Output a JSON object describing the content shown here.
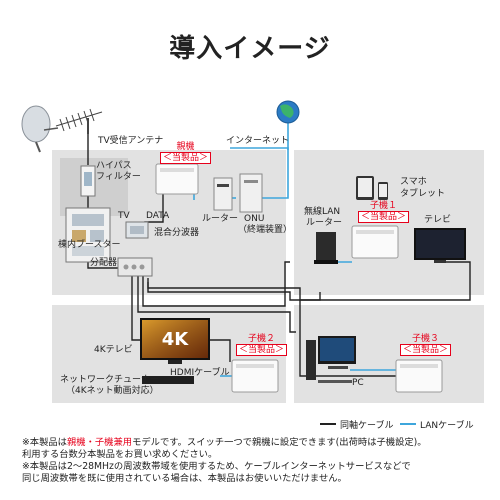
{
  "title": "導入イメージ",
  "labels": {
    "tv_antenna": "TV受信アンテナ",
    "internet": "インターネット",
    "high_pass_1": "ハイパス",
    "high_pass_2": "フィルター",
    "booster": "棟内ブースター",
    "splitter": "分配器",
    "tv": "TV",
    "data": "DATA",
    "mixer": "混合分波器",
    "router": "ルーター",
    "onu_1": "ONU",
    "onu_2": "（終端装置）",
    "wlan_1": "無線LAN",
    "wlan_2": "ルーター",
    "smartphone_1": "スマホ",
    "smartphone_2": "タブレット",
    "tv_set": "テレビ",
    "tv4k": "4Kテレビ",
    "hdmi": "HDMIケーブル",
    "net_tuner_1": "ネットワークチューナー",
    "net_tuner_2": "（4Kネット動画対応）",
    "pc": "PC",
    "tv4k_logo": "4K"
  },
  "badges": {
    "parent_name": "親機",
    "child1_name": "子機１",
    "child2_name": "子機２",
    "child3_name": "子機３",
    "product": "＜当製品＞"
  },
  "legend": {
    "coax": "同軸ケーブル",
    "lan": "LANケーブル"
  },
  "colors": {
    "coax": "#222222",
    "lan": "#3ea6dc",
    "accent": "#e6001b",
    "room_fill": "#e2e2e2"
  },
  "notes": {
    "n1_a": "※本製品は",
    "n1_b": "親機・子機兼用",
    "n1_c": "モデルです。スイッチ一つで親機に設定できます(出荷時は子機設定)。",
    "n2": "利用する台数分本製品をお買い求めください。",
    "n3": "※本製品は2～28MHzの周波数帯域を使用するため、ケーブルインターネットサービスなどで",
    "n4": "同じ周波数帯を既に使用されている場合は、本製品はお使いいただけません。"
  }
}
